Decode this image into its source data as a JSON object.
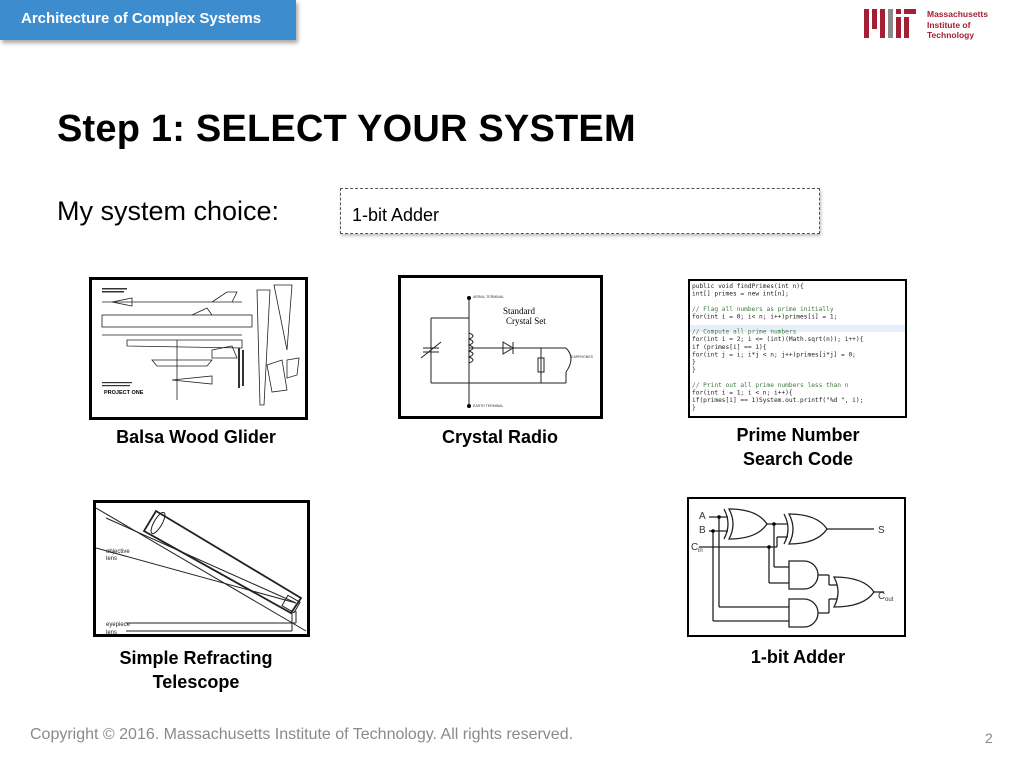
{
  "header": {
    "course_title": "Architecture of Complex Systems",
    "logo_lines": [
      "Massachusetts",
      "Institute of",
      "Technology"
    ]
  },
  "slide": {
    "title": "Step 1: SELECT YOUR SYSTEM",
    "choice_label": "My system choice:",
    "choice_value": "1-bit Adder"
  },
  "options": [
    {
      "caption": "Balsa Wood Glider",
      "image_text": [
        "PROJECT ONE"
      ]
    },
    {
      "caption": "Crystal Radio",
      "image_text": [
        "Standard",
        "Crystal Set",
        "AERIAL TERMINAL",
        "EARTH TERMINAL",
        "EARPHONES"
      ]
    },
    {
      "caption_lines": [
        "Prime Number",
        "Search Code"
      ],
      "code_lines": [
        "public void findPrimes(int n){",
        "    int[] primes = new int[n];",
        "",
        "    // Flag all numbers as prime initially",
        "    for(int i = 0; i< n; i++)primes[i] = 1;",
        "",
        "    // Compute all prime numbers",
        "    for(int i = 2; i <= (int)(Math.sqrt(n)); i++){",
        "        if (primes[i] == 1){",
        "            for(int j = i; i*j < n; j++)primes[i*j] = 0;",
        "        }",
        "    }",
        "",
        "    // Print out all prime numbers less than n",
        "    for(int i = 1; i < n; i++){",
        "        if(primes[i] == 1)System.out.printf(\"%d \", i);",
        "    }"
      ]
    },
    {
      "caption_lines": [
        "Simple Refracting",
        "Telescope"
      ],
      "image_text": [
        "objective",
        "lens",
        "eyepiece",
        "lens"
      ]
    },
    {
      "caption": "1-bit Adder",
      "image_text": [
        "A",
        "B",
        "C",
        "in",
        "S",
        "C",
        "out"
      ]
    }
  ],
  "footer": {
    "copyright": "Copyright © 2016. Massachusetts Institute of Technology. All rights reserved.",
    "page_number": "2"
  },
  "colors": {
    "accent": "#3c8cce",
    "mit_red": "#a31f34",
    "footer_gray": "#8a8a8a"
  }
}
